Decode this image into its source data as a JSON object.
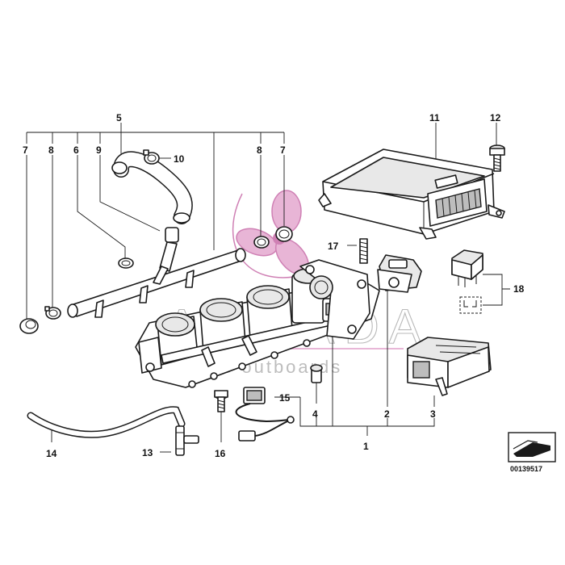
{
  "callouts": [
    "1",
    "2",
    "3",
    "4",
    "5",
    "6",
    "7",
    "8",
    "9",
    "10",
    "11",
    "12",
    "13",
    "14",
    "15",
    "16",
    "17",
    "18"
  ],
  "reference_number": "00139517",
  "watermark": {
    "brand": "ARMADA",
    "tagline": "marine outboards",
    "accent_color": "#d98cbf",
    "text_color": "#bdbdbd"
  }
}
